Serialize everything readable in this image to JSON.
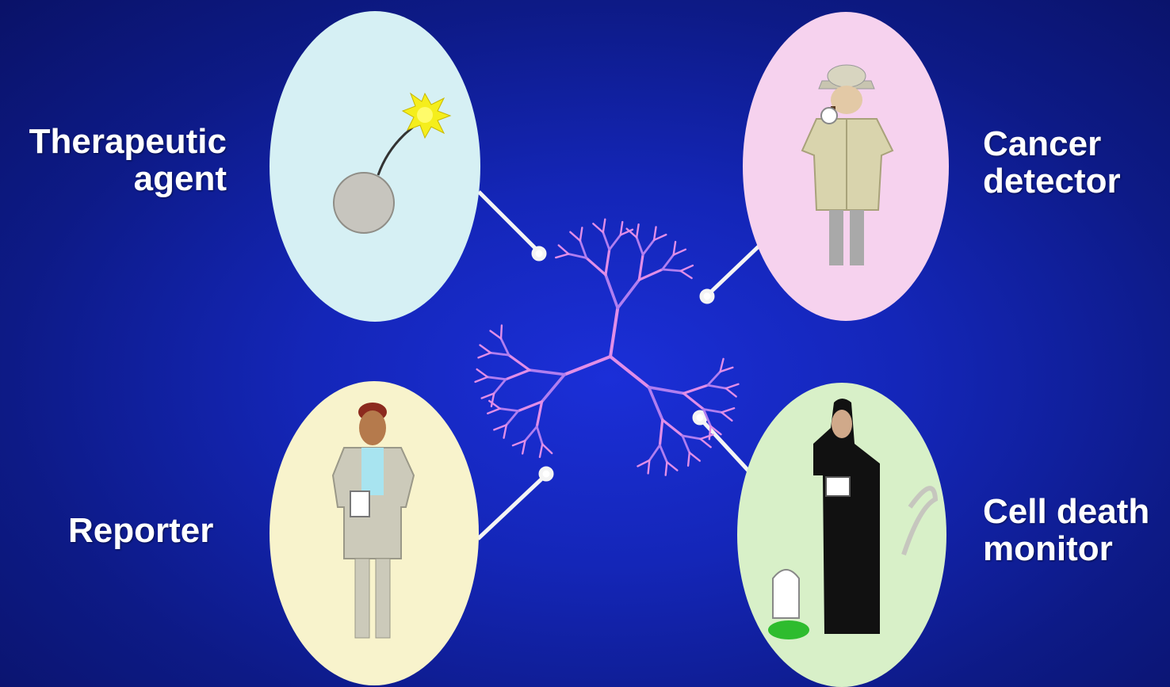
{
  "labels": {
    "therapeutic": [
      "Therapeutic",
      "agent"
    ],
    "cancer": [
      "Cancer",
      "detector"
    ],
    "reporter": [
      "Reporter"
    ],
    "cell_death": [
      "Cell death",
      "monitor"
    ]
  },
  "colors": {
    "background": "#1426b8",
    "oval_therapeutic": "#d6f0f4",
    "oval_cancer": "#f6d2ee",
    "oval_reporter": "#f8f3cc",
    "oval_cell_death": "#d8f0c8",
    "dendrimer_inner": "#e18ee8",
    "dendrimer_outer": "#b07ef0",
    "connector": "#ffffff"
  },
  "icons": {
    "therapeutic": "bomb-icon",
    "cancer": "detective-icon",
    "reporter": "reporter-icon",
    "cell_death": "grim-reaper-icon",
    "center": "dendrimer-icon"
  }
}
